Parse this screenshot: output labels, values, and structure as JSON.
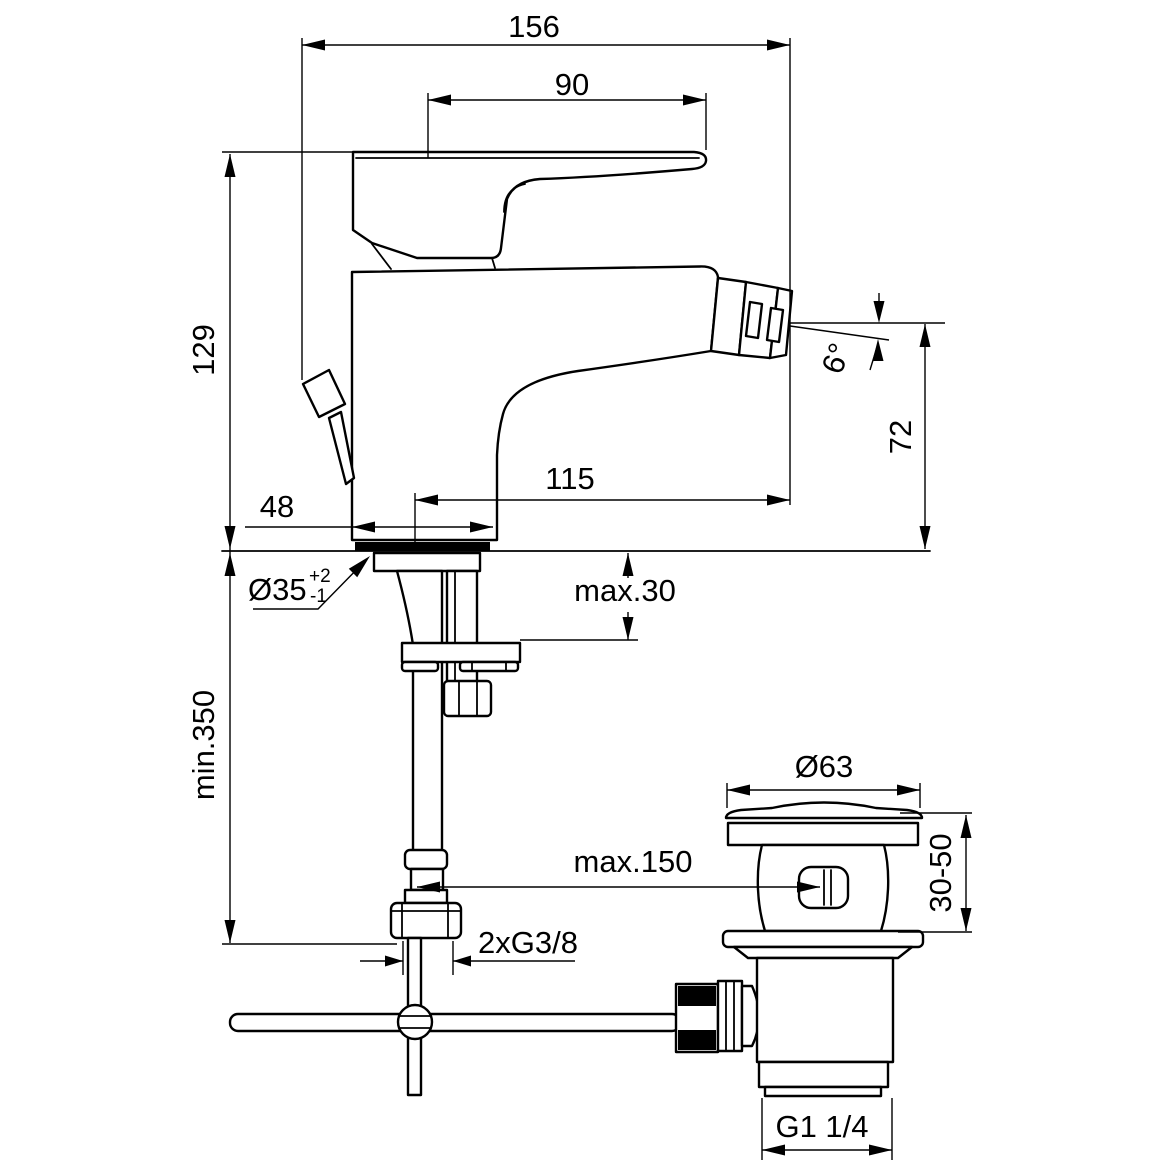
{
  "palette": {
    "background": "#ffffff",
    "line": "#000000"
  },
  "labels": {
    "total_width": "156",
    "handle_length": "90",
    "body_height": "129",
    "spout_reach": "115",
    "base_width": "48",
    "spout_angle": "6°",
    "spout_height": "72",
    "hole_diameter": "Ø35",
    "hole_tolerance_plus": "+2",
    "hole_tolerance_minus": "-1",
    "deck_thickness": "max.30",
    "hose_clearance": "min.350",
    "waste_flange_diameter": "Ø63",
    "rod_reach": "max.150",
    "waste_deck_range": "30-50",
    "supply_thread": "2xG3/8",
    "waste_thread": "G1 1/4"
  }
}
